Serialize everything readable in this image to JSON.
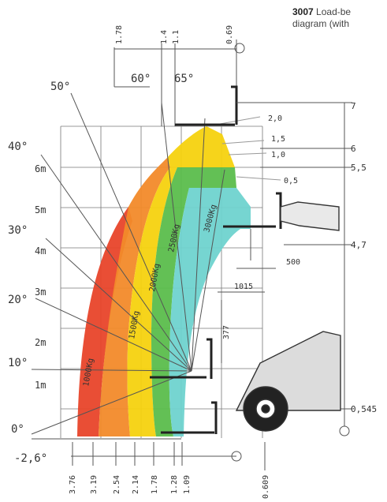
{
  "caption": {
    "number": "3007",
    "line1": "Load-be",
    "line2": "diagram (with"
  },
  "colors": {
    "red": "#e8442a",
    "orange": "#f28a2a",
    "yellow": "#f6d20f",
    "green": "#5bbd4c",
    "cyan": "#6fd3cf",
    "lines": "#555555"
  },
  "angles": {
    "a65": "65°",
    "a60": "60°",
    "a50": "50°",
    "a40": "40°",
    "a30": "30°",
    "a20": "20°",
    "a10": "10°",
    "a0": "0°",
    "neg": "-2,6°"
  },
  "heights": {
    "h6": "6m",
    "h5": "5m",
    "h4": "4m",
    "h3": "3m",
    "h2": "2m",
    "h1": "1m"
  },
  "loads": {
    "l1000": "1000Kg",
    "l1500": "1500Kg",
    "l2000": "2000Kg",
    "l2500": "2500Kg",
    "l3000": "3000Kg"
  },
  "top_dims": {
    "d178": "1.78",
    "d14": "1.4",
    "d11": "1.1",
    "d069": "0.69"
  },
  "bottom_dims": {
    "b376": "3.76",
    "b319": "3.19",
    "b254": "2.54",
    "b214": "2.14",
    "b178": "1.78",
    "b128": "1.28",
    "b109": "1.09",
    "b0609": "0.609"
  },
  "right_dims": {
    "r7": "7",
    "r6": "6",
    "r55": "5,5",
    "r47": "4,7",
    "r0545": "0,545"
  },
  "outreach": {
    "o20": "2,0",
    "o15": "1,5",
    "o10": "1,0",
    "o05": "0,5"
  },
  "misc": {
    "m500": "500",
    "m1015": "1015",
    "m377": "377"
  }
}
